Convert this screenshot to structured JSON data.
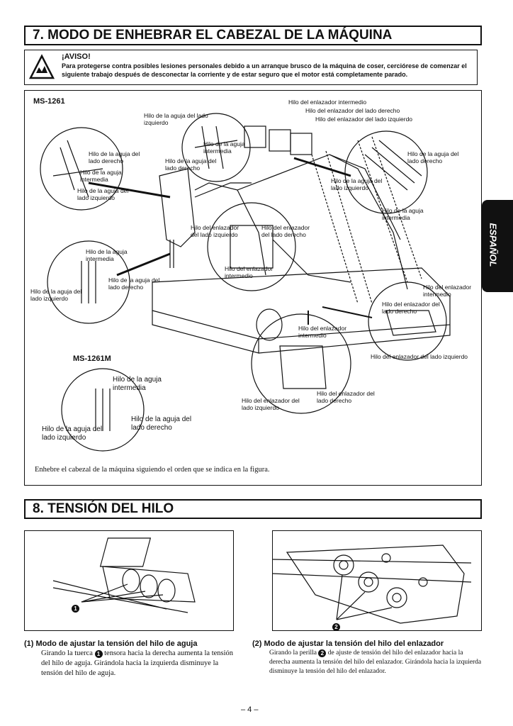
{
  "section7": {
    "title": "7. MODO DE ENHEBRAR EL CABEZAL DE LA MÁQUINA",
    "warning_title": "¡AVISO!",
    "warning_text": "Para protegerse contra posibles lesiones personales debido a un arranque brusco de la máquina de coser, cerciórese de co­menzar el siguiente trabajo después de desconectar la corriente y de estar seguro que el motor está completamente parado.",
    "model_a": "MS-1261",
    "model_b": "MS-1261M",
    "caption": "Enhebre el cabezal de la máquina siguiendo el orden que se indica en la figura.",
    "labels": {
      "top1": "Hilo del enlazador intermedio",
      "top2": "Hilo del enlazador del lado derecho",
      "top3": "Hilo del enlazador del lado izquierdo",
      "needle_left_top": "Hilo de la aguja del lado izquierdo",
      "needle_mid_top": "Hilo de la aguja intermedia",
      "needle_right_top": "Hilo de la aguja del lado derecho",
      "l_right": "Hilo de la aguja del lado derecho",
      "l_mid": "Hilo de la aguja intermedia",
      "l_left": "Hilo de la aguja del lado izquierdo",
      "r_right": "Hilo de la aguja del lado derecho",
      "r_left": "Hilo de la aguja del lado izquierdo",
      "r_mid": "Hilo de la aguja intermedia",
      "c_left": "Hilo del enlazador del lado izquierdo",
      "c_right": "Hilo del enlazador del lado derecho",
      "c_mid": "Hilo del enlazador intermedio",
      "n_mid": "Hilo de la aguja intermedia",
      "n_right": "Hilo de la aguja del lado derecho",
      "n_left": "Hilo de la aguja del lado izquierdo",
      "rb_mid": "Hilo del enlazador intermedio",
      "rb_right": "Hilo del enlazador del lado derecho",
      "rb_left": "Hilo del enlazador del lado izquierdo",
      "b_mid": "Hilo del enlazador intermedio",
      "b_left": "Hilo del enlazador del lado izquierdo",
      "b_right": "Hilo del enlazador del lado derecho",
      "m_mid": "Hilo de la aguja intermedia",
      "m_right": "Hilo de la aguja del lado derecho",
      "m_left": "Hilo de la aguja del lado izquierdo"
    }
  },
  "section8": {
    "title": "8. TENSIÓN DEL HILO",
    "marker1": "1",
    "marker2": "2",
    "sub1_title": "(1)   Modo de ajustar la tensión del hilo de aguja",
    "sub1_text_a": "Girando la tuerca",
    "sub1_text_b": "tensora hacia la derecha aumenta la tensión del hilo de aguja.  Girándola hacia la izquierda disminuye la tensión del hilo de aguja.",
    "sub2_title": "(2)   Modo de ajustar la tensión del hilo del enlazador",
    "sub2_text_a": "Girando la perilla",
    "sub2_text_b": "de ajuste de tensión del hilo del enlazador hacia la derecha aumenta la tensión del hilo del enlazador.  Girándola hacia la izquierda disminuye la tensión del hilo del enlazador."
  },
  "side_tab": "ESPAÑOL",
  "page_number": "– 4 –"
}
